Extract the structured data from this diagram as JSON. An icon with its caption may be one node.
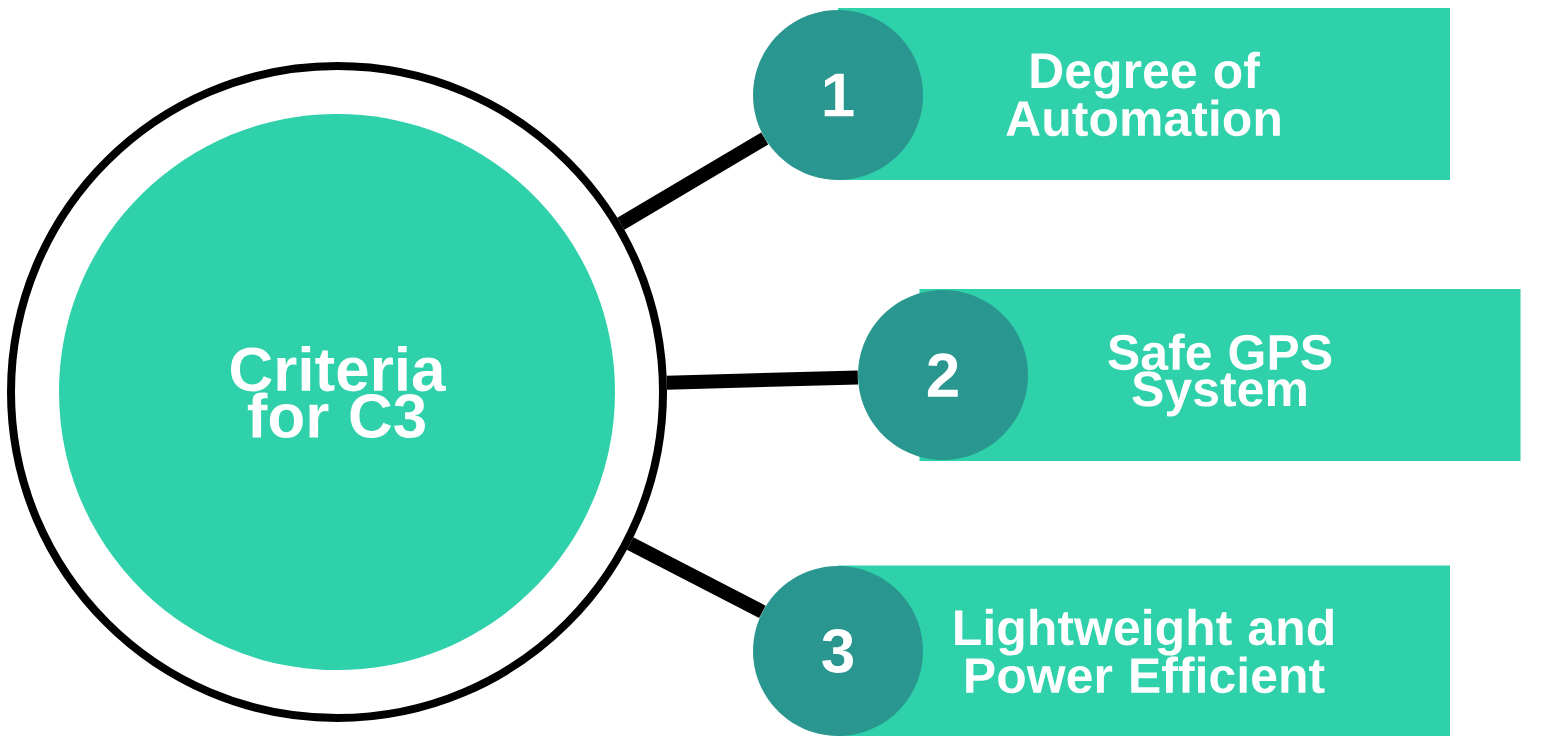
{
  "diagram": {
    "nodes": [
      {
        "text": [],
        "shape": "circle"
      },
      {
        "text": [
          "Criteria for C3"
        ],
        "in": 0
      },
      {
        "text": [
          "1"
        ]
      },
      {
        "text": [
          "Degree of Automation"
        ]
      },
      {
        "text": [
          "2"
        ]
      },
      {
        "text": [
          "Safe GPS System"
        ]
      },
      {
        "text": [
          "3"
        ]
      },
      {
        "text": [
          "Lightweight and Power Efficient"
        ]
      }
    ],
    "edges": [
      {
        "from": 0,
        "to": 2,
        "arrow": "none"
      },
      {
        "from": 0,
        "to": 4,
        "arrow": "none"
      },
      {
        "from": 0,
        "to": 6,
        "arrow": "none"
      }
    ]
  }
}
